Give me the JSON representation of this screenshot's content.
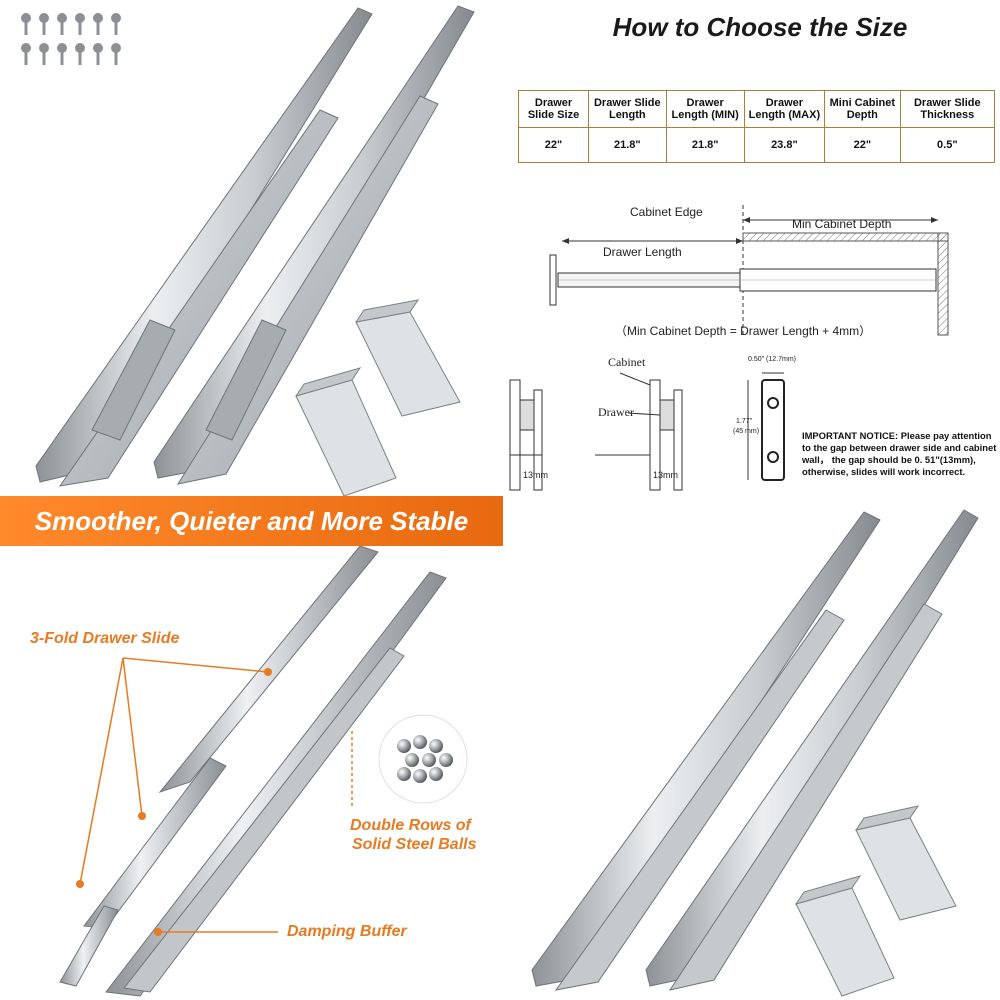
{
  "choose_title": "How to Choose the Size",
  "spec_table": {
    "headers": [
      "Drawer Slide Size",
      "Drawer Slide Length",
      "Drawer Length (MIN)",
      "Drawer Length (MAX)",
      "Mini Cabinet Depth",
      "Drawer Slide Thickness"
    ],
    "row": [
      "22\"",
      "21.8\"",
      "21.8\"",
      "23.8\"",
      "22\"",
      "0.5\""
    ]
  },
  "diagram": {
    "cabinet_edge": "Cabinet Edge",
    "min_cabinet_depth": "Min Cabinet Depth",
    "drawer_length": "Drawer Length",
    "formula": "（Min Cabinet Depth = Drawer Length + 4mm）"
  },
  "gap_diagram": {
    "cabinet": "Cabinet",
    "drawer": "Drawer",
    "gap_left": "13mm",
    "gap_right": "13mm",
    "width_dim": "0.50\" (12.7mm)",
    "height_dim_1": "1.77\"",
    "height_dim_2": "(45 mm)"
  },
  "notice": {
    "heading": "IMPORTANT NOTICE:",
    "body": "Please pay attention to the gap between drawer side and cabinet wall， the gap should be 0. 51\"(13mm), otherwise, slides will work incorrect."
  },
  "banner": "Smoother, Quieter and More Stable",
  "callouts": {
    "three_fold": "3-Fold Drawer Slide",
    "steel_balls_1": "Double Rows of",
    "steel_balls_2": "Solid Steel Balls",
    "damping": "Damping Buffer"
  },
  "colors": {
    "accent_orange": "#ef7b1f",
    "table_border": "#b07a3a",
    "steel_light": "#e6e8ea",
    "steel_mid": "#b9bdc1",
    "steel_dark": "#7e8388"
  }
}
